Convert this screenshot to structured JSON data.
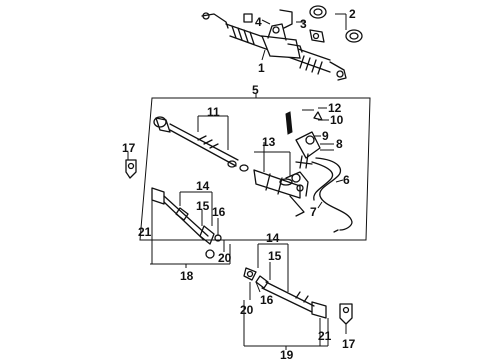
{
  "diagram": {
    "callouts": {
      "c1": "1",
      "c2": "2",
      "c3": "3",
      "c4": "4",
      "c5": "5",
      "c6": "6",
      "c7": "7",
      "c8": "8",
      "c9": "9",
      "c10": "10",
      "c11": "11",
      "c12": "12",
      "c13": "13",
      "c14a": "14",
      "c15a": "15",
      "c16a": "16",
      "c17a": "17",
      "c18": "18",
      "c20a": "20",
      "c21a": "21",
      "c14b": "14",
      "c15b": "15",
      "c16b": "16",
      "c17b": "17",
      "c19": "19",
      "c20b": "20",
      "c21b": "21"
    }
  }
}
